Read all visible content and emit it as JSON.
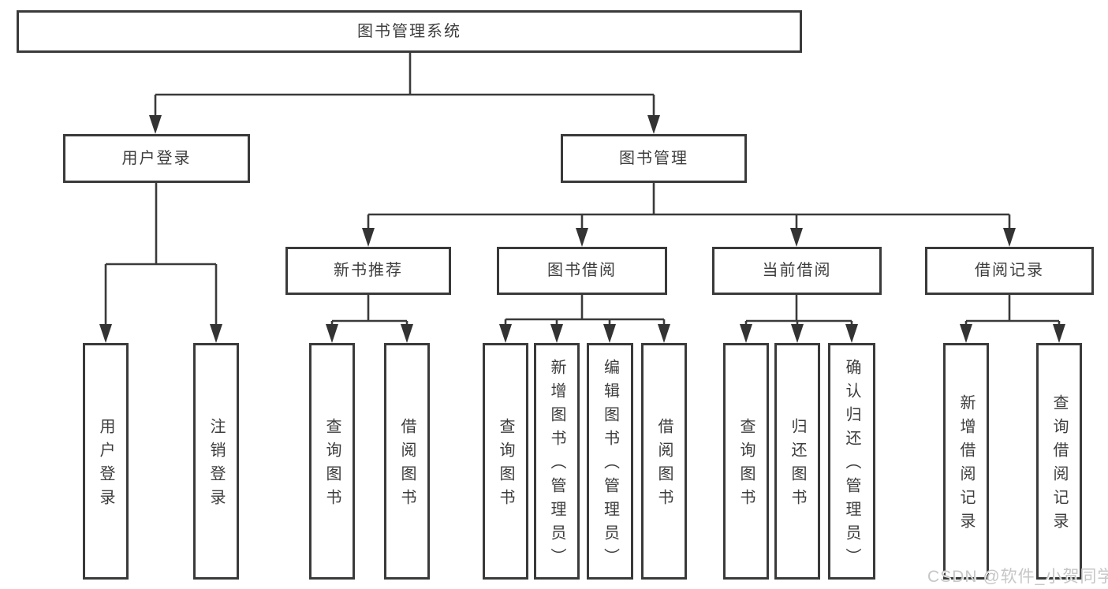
{
  "diagram": {
    "watermark": "CSDN @软件_小贺同学",
    "colors": {
      "background": "#ffffff",
      "line": "#3a3a3a",
      "box_border": "#3a3a3a",
      "text": "#3d3d3d",
      "watermark_text": "#c6c6c6"
    },
    "tree": {
      "label": "图书管理系统",
      "children": [
        {
          "label": "用户登录",
          "children": [
            {
              "label": "用户登录"
            },
            {
              "label": "注销登录"
            }
          ]
        },
        {
          "label": "图书管理",
          "children": [
            {
              "label": "新书推荐",
              "children": [
                {
                  "label": "查询图书"
                },
                {
                  "label": "借阅图书"
                }
              ]
            },
            {
              "label": "图书借阅",
              "children": [
                {
                  "label": "查询图书"
                },
                {
                  "label": "新增图书（管理员）"
                },
                {
                  "label": "编辑图书（管理员）"
                },
                {
                  "label": "借阅图书"
                }
              ]
            },
            {
              "label": "当前借阅",
              "children": [
                {
                  "label": "查询图书"
                },
                {
                  "label": "归还图书"
                },
                {
                  "label": "确认归还（管理员）"
                }
              ]
            },
            {
              "label": "借阅记录",
              "children": [
                {
                  "label": "新增借阅记录"
                },
                {
                  "label": "查询借阅记录"
                }
              ]
            }
          ]
        }
      ]
    }
  }
}
